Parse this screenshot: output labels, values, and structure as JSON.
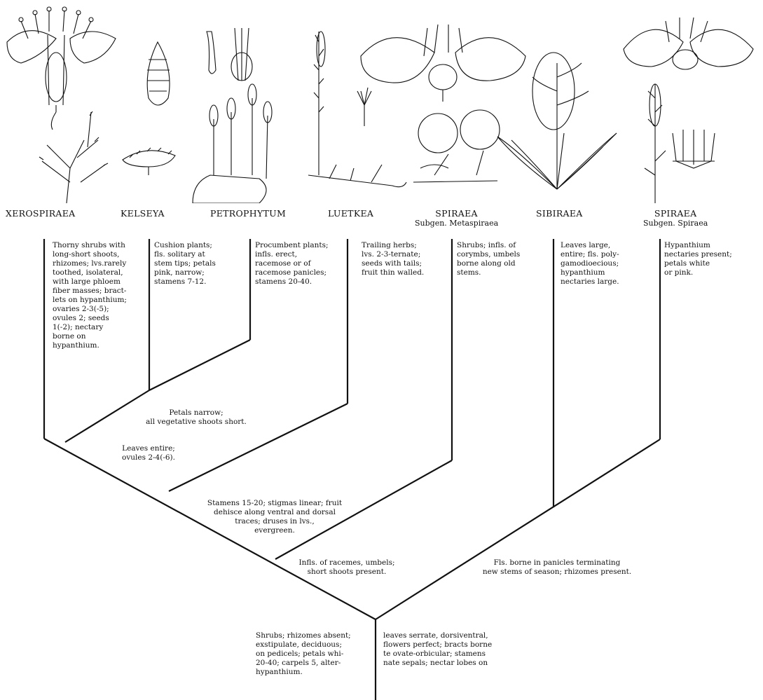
{
  "diagram": {
    "taxa": [
      {
        "name": "XEROSPIRAEA",
        "sub": ""
      },
      {
        "name": "KELSEYA",
        "sub": ""
      },
      {
        "name": "PETROPHYTUM",
        "sub": ""
      },
      {
        "name": "LUETKEA",
        "sub": ""
      },
      {
        "name": "SPIRAEA",
        "sub": "Subgen. Metaspiraea"
      },
      {
        "name": "SIBIRAEA",
        "sub": ""
      },
      {
        "name": "SPIRAEA",
        "sub": "Subgen. Spiraea"
      }
    ],
    "terminal_notes": [
      "Thorny shrubs with\nlong-short shoots,\nrhizomes; lvs.rarely\ntoothed, isolateral,\nwith large phloem\nfiber masses; bract-\nlets on hypanthium;\novaries 2-3(-5);\novules 2; seeds\n1(-2); nectary\nborne on\nhypanthium.",
      "Cushion plants;\nfls. solitary at\nstem tips; petals\npink, narrow;\nstamens 7-12.",
      "Procumbent plants;\ninfls. erect,\nracemose or of\nracemose panicles;\nstamens 20-40.",
      "Trailing herbs;\nlvs. 2-3-ternate;\nseeds with tails;\nfruit thin walled.",
      "Shrubs; infls. of\ncorymbs, umbels\nborne along old\nstems.",
      "Leaves large,\nentire; fls. poly-\ngamodioecious;\nhypanthium\nnectaries large.",
      "Hypanthium\nnectaries present;\npetals white\nor pink."
    ],
    "node_notes": {
      "petals_narrow": "Petals narrow;\nall vegetative shoots short.",
      "leaves_entire": "Leaves entire;\novules 2-4(-6).",
      "stamens": "Stamens 15-20; stigmas linear; fruit\ndehisce along ventral and dorsal\ntraces; druses in lvs.,\nevergreen.",
      "infls": "Infls. of racemes, umbels;\nshort shoots present.",
      "fls_panicles": "Fls. borne in panicles terminating\nnew stems of season; rhizomes present.",
      "root_left": "Shrubs; rhizomes absent;\nexstipulate, deciduous;\non pedicels; petals whi-\n20-40; carpels 5, alter-\nhypanthium.",
      "root_right": "leaves serrate, dorsiventral,\nflowers perfect; bracts borne\nte ovate-orbicular; stamens\nnate sepals; nectar lobes on"
    },
    "illustrations": [
      "xerospiraea-flower-and-branch",
      "kelseya-cone-and-cushion",
      "petrophytum-parts-and-plant",
      "luetkea-inflorescence-and-stem",
      "spiraea-metaspiraea-flower-and-corymbs",
      "sibiraea-panicle-and-leaves",
      "spiraea-spiraea-flower-and-raceme"
    ]
  }
}
